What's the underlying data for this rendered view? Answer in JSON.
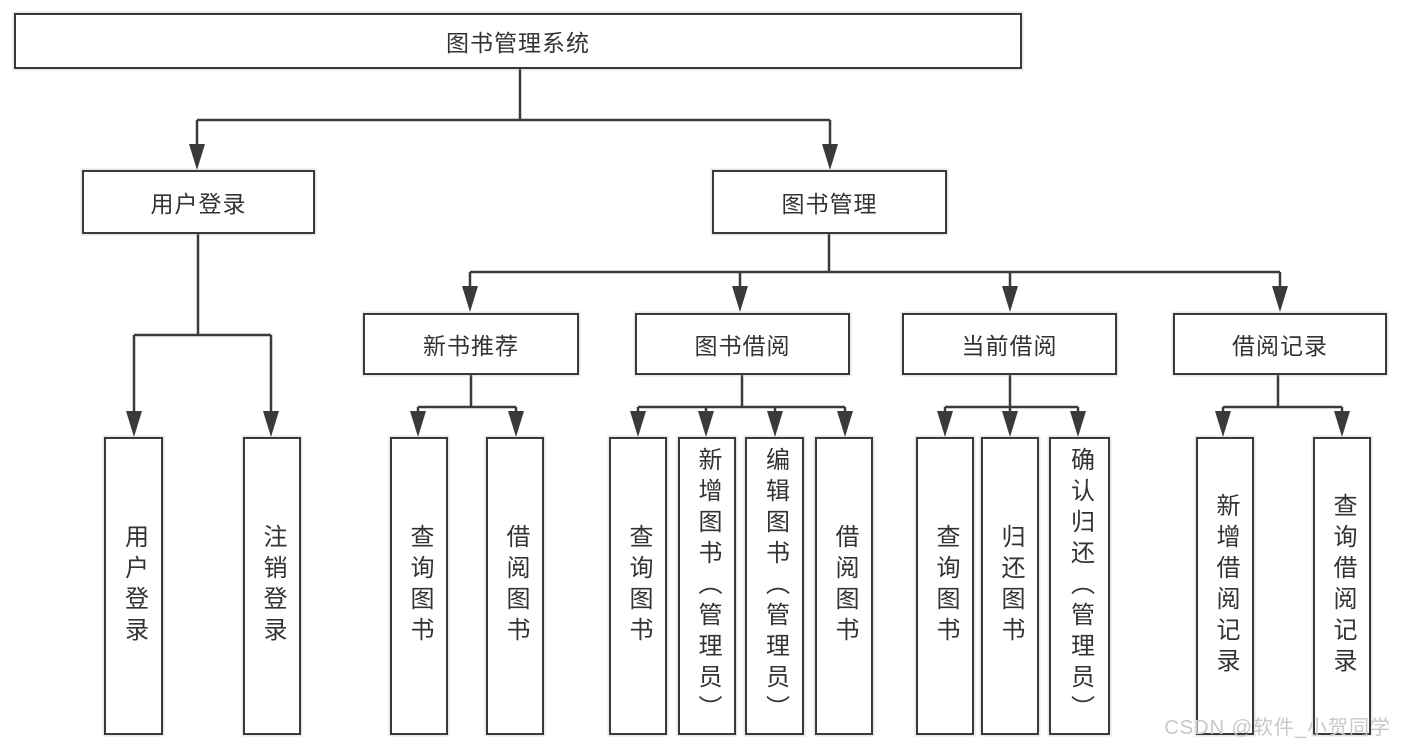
{
  "diagram": {
    "root": "图书管理系统",
    "level2": [
      {
        "label": "用户登录",
        "leaves": [
          "用户登录",
          "注销登录"
        ]
      },
      {
        "label": "图书管理",
        "modules": [
          {
            "label": "新书推荐",
            "leaves": [
              "查询图书",
              "借阅图书"
            ]
          },
          {
            "label": "图书借阅",
            "leaves": [
              "查询图书",
              "新增图书（管理员）",
              "编辑图书（管理员）",
              "借阅图书"
            ]
          },
          {
            "label": "当前借阅",
            "leaves": [
              "查询图书",
              "归还图书",
              "确认归还（管理员）"
            ]
          },
          {
            "label": "借阅记录",
            "leaves": [
              "新增借阅记录",
              "查询借阅记录"
            ]
          }
        ]
      }
    ]
  },
  "watermark": "CSDN @软件_小贺同学",
  "colors": {
    "line": "#3a3a3a",
    "text": "#333333",
    "watermark": "#c8c8c8",
    "background": "#ffffff"
  }
}
